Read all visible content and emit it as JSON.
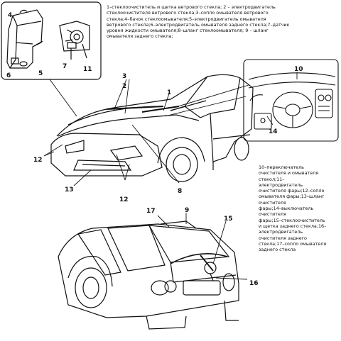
{
  "callouts": {
    "c1": "1",
    "c2": "2",
    "c3": "3",
    "c4": "4",
    "c5": "5",
    "c6": "6",
    "c7": "7",
    "c8": "8",
    "c9": "9",
    "c10": "10",
    "c11": "11",
    "c12a": "12",
    "c12b": "12",
    "c13": "13",
    "c14": "14",
    "c15": "15",
    "c16": "16",
    "c17": "17"
  },
  "legend_top": "1–стеклоочиститель и щетка ветрового стекла; 2 – электродвигатель\nстеклоочистителя ветрового стекла;3–сопло омывателя ветрового\nстекла;4–бачок стеклоомывателя;5–электродвигатель омывателя\nветрового стекла;6–электродвигатель омывателя заднего стекла;7–датчик\nуровня жидкости омывателя;8–шланг стеклоомывателя; 9 – шланг\nомывателя заднего стекла;",
  "legend_right": "10–переключатель\nочистителя и омывателя\nстекол;11–\nэлектродвигатель\nочистителя фары;12–сопло\nомывателя фары;13–шланг\nочистителя\nфары;14–выключатель\nочистителя\nфары;15–стеклоочиститель\nи щетка заднего стекла;16–\nэлектродвигатель\nочистителя заднего\nстекла;17–сопло омывателя\nзаднего стекла"
}
